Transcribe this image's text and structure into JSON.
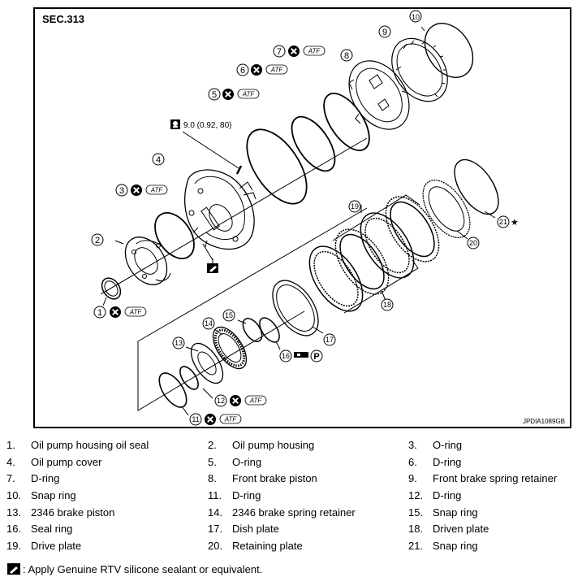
{
  "section": "SEC.313",
  "figure_code": "JPDIA1089GB",
  "torque": "9.0 (0.92, 80)",
  "atf_label": "ATF",
  "p_label": "P",
  "star": "★",
  "callouts": [
    "1",
    "2",
    "3",
    "4",
    "5",
    "6",
    "7",
    "8",
    "9",
    "10",
    "11",
    "12",
    "13",
    "14",
    "15",
    "16",
    "17",
    "18",
    "19",
    "20",
    "21"
  ],
  "legend": [
    {
      "num": "1.",
      "name": "Oil pump housing oil seal"
    },
    {
      "num": "2.",
      "name": "Oil pump housing"
    },
    {
      "num": "3.",
      "name": "O-ring"
    },
    {
      "num": "4.",
      "name": "Oil pump cover"
    },
    {
      "num": "5.",
      "name": "O-ring"
    },
    {
      "num": "6.",
      "name": "D-ring"
    },
    {
      "num": "7.",
      "name": "D-ring"
    },
    {
      "num": "8.",
      "name": "Front brake piston"
    },
    {
      "num": "9.",
      "name": "Front brake spring retainer"
    },
    {
      "num": "10.",
      "name": "Snap ring"
    },
    {
      "num": "11.",
      "name": "D-ring"
    },
    {
      "num": "12.",
      "name": "D-ring"
    },
    {
      "num": "13.",
      "name": "2346 brake piston"
    },
    {
      "num": "14.",
      "name": "2346 brake spring retainer"
    },
    {
      "num": "15.",
      "name": "Snap ring"
    },
    {
      "num": "16.",
      "name": "Seal ring"
    },
    {
      "num": "17.",
      "name": "Dish plate"
    },
    {
      "num": "18.",
      "name": "Driven plate"
    },
    {
      "num": "19.",
      "name": "Drive plate"
    },
    {
      "num": "20.",
      "name": "Retaining plate"
    },
    {
      "num": "21.",
      "name": "Snap ring"
    }
  ],
  "note": ": Apply Genuine RTV silicone sealant or equivalent."
}
